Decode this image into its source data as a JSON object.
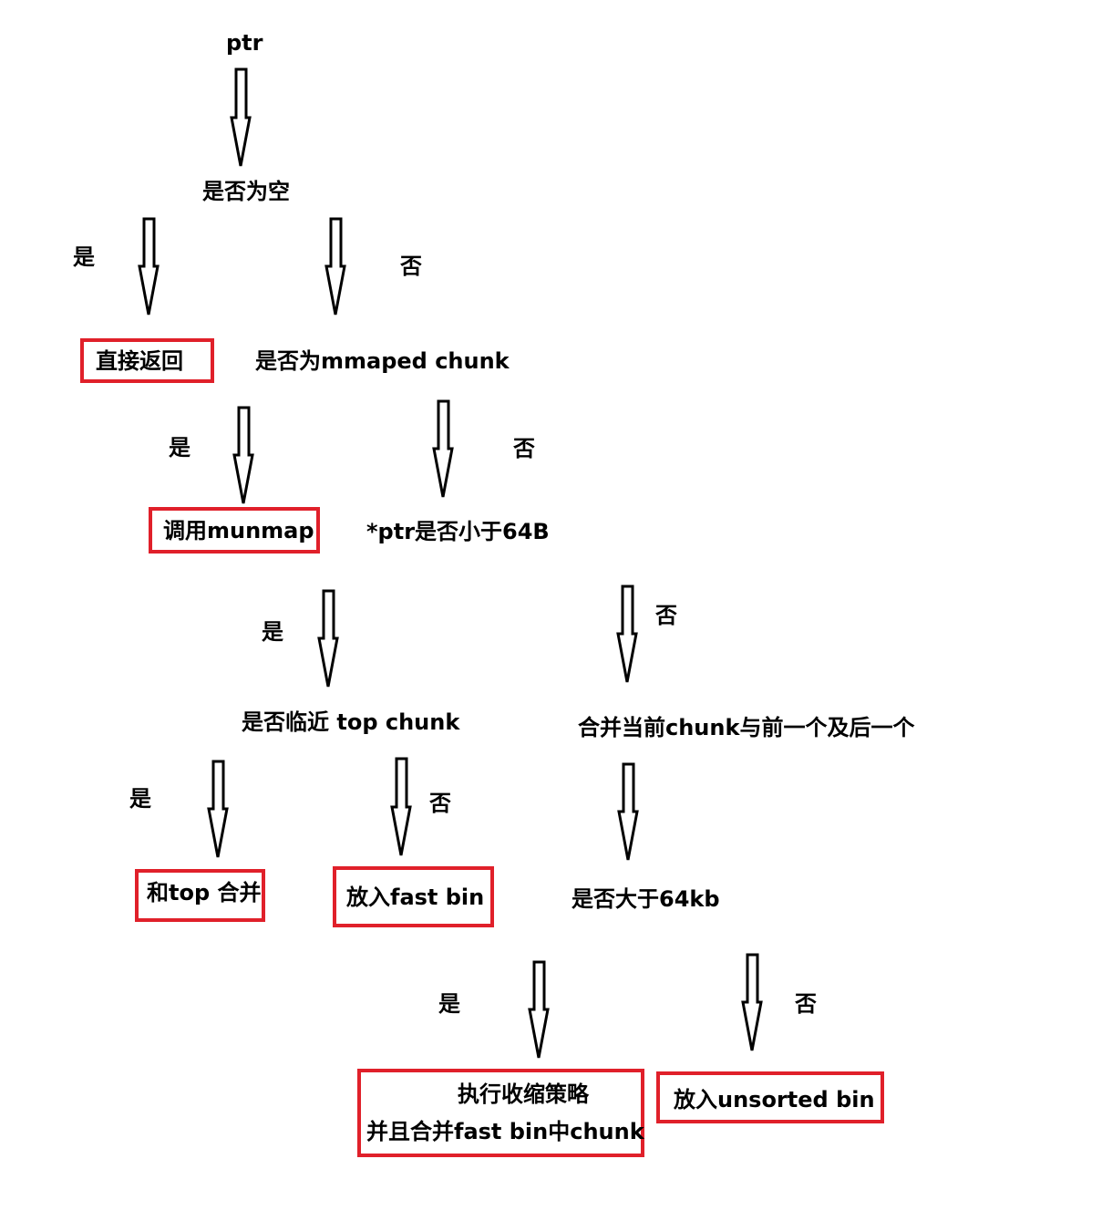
{
  "nodes": {
    "ptr": "ptr",
    "is_null": "是否为空",
    "return_direct": "直接返回",
    "is_mmaped": "是否为mmaped chunk",
    "call_munmap": "调用munmap",
    "less_than_64b": "*ptr是否小于64B",
    "near_top": "是否临近 top chunk",
    "merge_neighbors": "合并当前chunk与前一个及后一个",
    "merge_top": "和top 合并",
    "to_fast_bin": "放入fast bin",
    "greater_than_64kb": "是否大于64kb",
    "shrink_line1": "执行收缩策略",
    "shrink_line2": "并且合并fast bin中chunk",
    "to_unsorted_bin": "放入unsorted bin"
  },
  "branch_labels": {
    "yes": "是",
    "no": "否"
  }
}
